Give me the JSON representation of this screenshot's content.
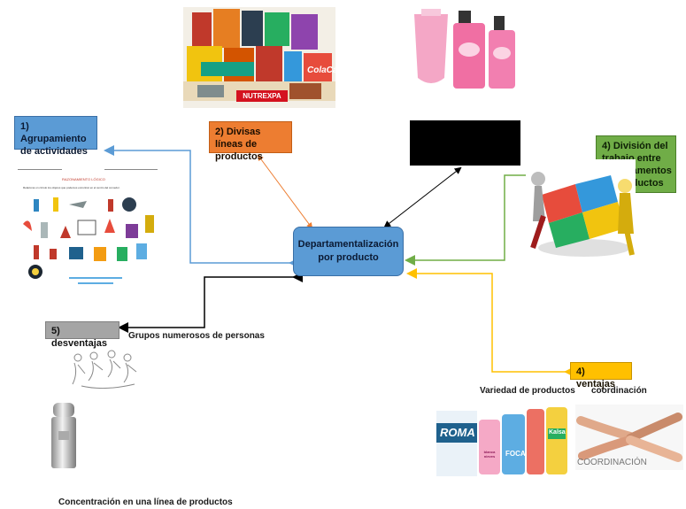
{
  "center": {
    "text": "Departamentalización por producto"
  },
  "boxes": {
    "agrupamiento": {
      "text": "1) Agrupamiento de actividades",
      "color": "#5b9bd5"
    },
    "divisas": {
      "text": "2) Divisas líneas de productos",
      "color": "#ed7d31"
    },
    "division": {
      "text": "4) División del trabajo entre departamentos de productos",
      "color": "#70ad47"
    },
    "desventajas": {
      "text": "5) desventajas",
      "color": "#a5a5a5"
    },
    "ventajas": {
      "text": "4) ventajas",
      "color": "#ffc000"
    }
  },
  "labels": {
    "grupos": "Grupos numerosos de personas",
    "variedad": "Variedad de productos",
    "coordinacion": "coordinación",
    "concentracion": "Concentración en una línea de productos"
  },
  "images": {
    "nutrexpa_logo": "NUTREXPA",
    "coordinacion_caption": "COORDINACIÓN",
    "roma_brand": "ROMA",
    "foca_brand": "FOCA",
    "blanca_brand": "blanca nieves",
    "kalsa_brand": "Kalsa"
  },
  "worksheet": {
    "title": "RAZONAMIENTO LÓGICO",
    "instruction": "Relaciona un círculo los objetos que podemos encontrar en el centro del comedor."
  },
  "icons": [
    "grocery-products-photo",
    "pink-cosmetics-photo",
    "black-placeholder",
    "puzzle-teamwork-photo",
    "worksheet-clipart",
    "people-sketch-drawing",
    "silver-bottle-photo",
    "cleaning-products-photo",
    "joined-hands-photo"
  ],
  "colors": {
    "blue_arrow": "#5b9bd5",
    "orange_arrow": "#ed7d31",
    "green_arrow": "#70ad47",
    "yellow_arrow": "#ffc000",
    "black_arrow": "#000000"
  }
}
